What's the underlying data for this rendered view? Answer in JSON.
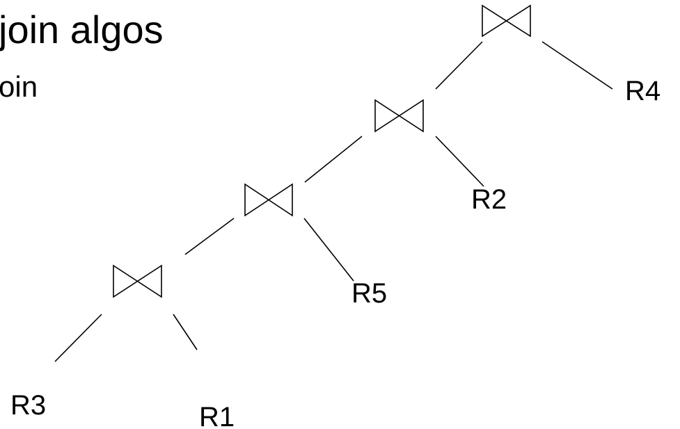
{
  "slide": {
    "title_fragment": "join algos",
    "bullet_fragment": "oin"
  },
  "tree": {
    "join_symbol_name": "bowtie-join-icon",
    "joins": [
      {
        "id": "join-top"
      },
      {
        "id": "join-upper-middle"
      },
      {
        "id": "join-lower-middle"
      },
      {
        "id": "join-bottom"
      }
    ],
    "leaves": {
      "r4": "R4",
      "r2": "R2",
      "r5": "R5",
      "r3": "R3",
      "r1": "R1"
    }
  },
  "colors": {
    "ink": "#000000",
    "background": "#ffffff"
  }
}
